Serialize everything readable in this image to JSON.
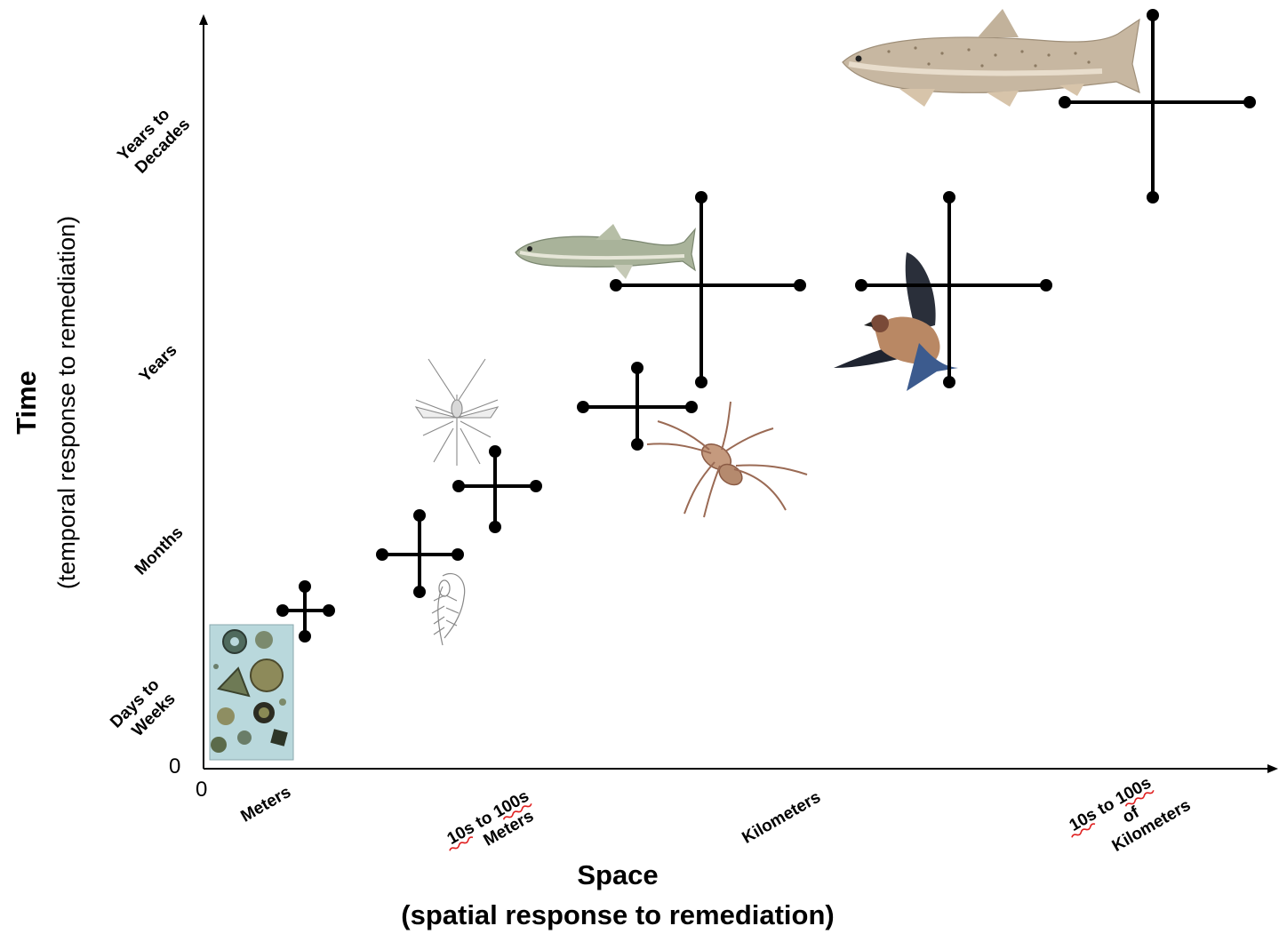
{
  "axes": {
    "x_title": "Space",
    "x_subtitle": "(spatial response to remediation)",
    "y_title": "Time",
    "y_subtitle": "(temporal response to remediation)",
    "origin_x": "0",
    "origin_y": "0"
  },
  "x_ticks": {
    "meters": [
      "Meters"
    ],
    "tens_to_hundreds_meters": [
      "10s to 100s",
      "Meters"
    ],
    "kilometers": [
      "Kilometers"
    ],
    "tens_to_hundreds_km": [
      "10s to 100s",
      "of",
      "Kilometers"
    ]
  },
  "y_ticks": {
    "days_to_weeks": [
      "Days to",
      "Weeks"
    ],
    "months": [
      "Months"
    ],
    "years": [
      "Years"
    ],
    "years_to_decades": [
      "Years to",
      "Decades"
    ]
  },
  "organisms": [
    {
      "icon": "diatom-microscope-image",
      "scale": "Days to Weeks / Meters"
    },
    {
      "icon": "zooplankton-drawing",
      "scale": "Months / 10s to 100s Meters"
    },
    {
      "icon": "midge-insect-drawing",
      "scale": "Months / 10s to 100s Meters"
    },
    {
      "icon": "spider-image",
      "scale": "Months to Years / Kilometers"
    },
    {
      "icon": "small-fish-image",
      "scale": "Years / Kilometers"
    },
    {
      "icon": "swallow-bird-image",
      "scale": "Years / 10s to 100s of Kilometers"
    },
    {
      "icon": "trout-fish-image",
      "scale": "Years to Decades / 10s to 100s of Kilometers"
    }
  ],
  "colors": {
    "axis": "#000000",
    "cross": "#000000",
    "spellcheck_underline": "#e02020"
  }
}
